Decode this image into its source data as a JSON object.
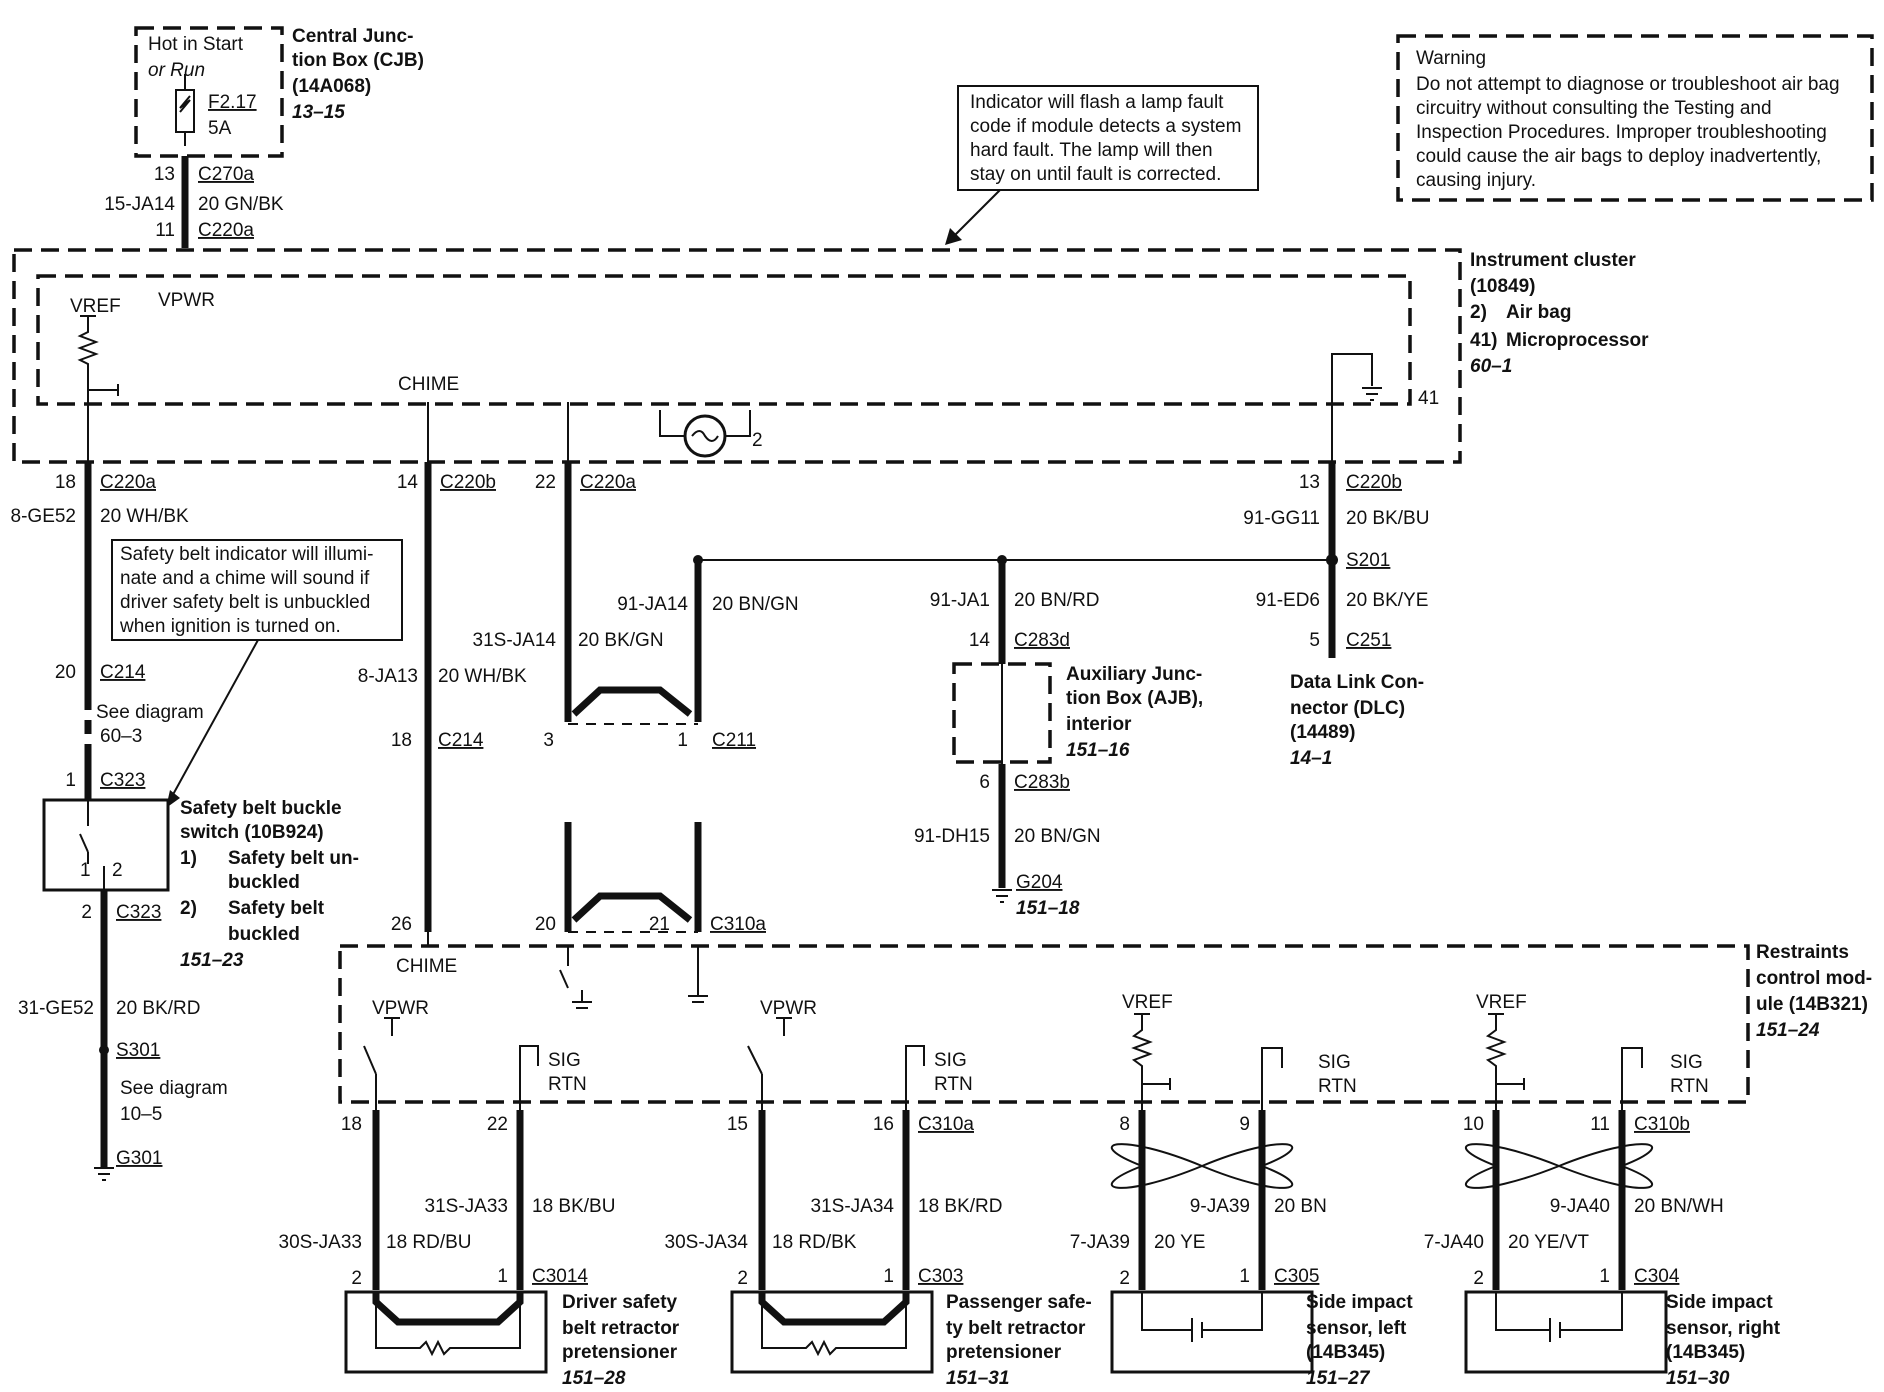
{
  "cjb": {
    "hot": "Hot in Start",
    "orrun": "or Run",
    "fuse": "F2.17",
    "amp": "5A",
    "title1": "Central Junc-",
    "title2": "tion Box (CJB)",
    "part": "(14A068)",
    "ref": "13–15",
    "pin13": "13",
    "c270a": "C270a",
    "wire15": "15-JA14",
    "gauge15": "20 GN/BK",
    "pin11": "11",
    "c220a": "C220a"
  },
  "note_flash": {
    "l1": "Indicator will flash a lamp fault",
    "l2": "code if module detects a system",
    "l3": "hard fault. The lamp will then",
    "l4": "stay on until fault is corrected."
  },
  "warning": {
    "title": "Warning",
    "l1": "Do not attempt to diagnose or troubleshoot air bag",
    "l2": "circuitry without consulting the Testing and",
    "l3": "Inspection Procedures. Improper troubleshooting",
    "l4": "could cause the air bags to deploy inadvertently,",
    "l5": "causing injury."
  },
  "ic": {
    "t1": "Instrument cluster",
    "t2": "(10849)",
    "t3n": "2)",
    "t3": "Air bag",
    "t4n": "41)",
    "t4": "Microprocessor",
    "ref": "60–1",
    "vref": "VREF",
    "vpwr": "VPWR",
    "chime": "CHIME",
    "pin41": "41",
    "pin2": "2"
  },
  "left": {
    "p18": "18",
    "c220a": "C220a",
    "w8": "8-GE52",
    "g8": "20 WH/BK",
    "note1": "Safety belt indicator will illumi-",
    "note2": "nate and a chime will sound if",
    "note3": "driver safety belt is unbuckled",
    "note4": "when ignition is turned on.",
    "p20": "20",
    "c214": "C214",
    "see1": "See diagram",
    "see1b": "60–3",
    "p1": "1",
    "c323": "C323",
    "sw1": "Safety belt buckle",
    "sw2": "switch (10B924)",
    "sw3n": "1)",
    "sw3": "Safety belt un-",
    "sw3b": "buckled",
    "sw4n": "2)",
    "sw4": "Safety belt",
    "sw4b": "buckled",
    "swref": "151–23",
    "swp1": "1",
    "swp2": "2",
    "p2": "2",
    "c323b": "C323",
    "w31": "31-GE52",
    "g31": "20 BK/RD",
    "s301": "S301",
    "see2": "See diagram",
    "see2b": "10–5",
    "g301": "G301"
  },
  "mid": {
    "p14": "14",
    "c220b": "C220b",
    "p22": "22",
    "c220a": "C220a",
    "w91": "91-JA14",
    "g91": "20 BN/GN",
    "w31s": "31S-JA14",
    "g31s": "20 BK/GN",
    "w8": "8-JA13",
    "g8": "20 WH/BK",
    "p18": "18",
    "c214": "C214",
    "p3": "3",
    "p1": "1",
    "c211": "C211",
    "p26": "26",
    "p20": "20",
    "p21": "21",
    "c310a": "C310a"
  },
  "ajb": {
    "w": "91-JA1",
    "g": "20 BN/RD",
    "p14": "14",
    "c283d": "C283d",
    "t1": "Auxiliary Junc-",
    "t2": "tion Box (AJB),",
    "t3": "interior",
    "ref": "151–16",
    "p6": "6",
    "c283b": "C283b",
    "w2": "91-DH15",
    "g2": "20 BN/GN",
    "g204": "G204",
    "ref2": "151–18"
  },
  "dlc": {
    "p13": "13",
    "c220b": "C220b",
    "w": "91-GG11",
    "g": "20 BK/BU",
    "s201": "S201",
    "w2": "91-ED6",
    "g2": "20 BK/YE",
    "p5": "5",
    "c251": "C251",
    "t1": "Data Link Con-",
    "t2": "nector (DLC)",
    "t3": "(14489)",
    "ref": "14–1"
  },
  "rcm": {
    "t1": "Restraints",
    "t2": "control mod-",
    "t3": "ule (14B321)",
    "ref": "151–24",
    "chime": "CHIME",
    "vpwr": "VPWR",
    "vref": "VREF",
    "sig": "SIG",
    "rtn": "RTN"
  },
  "bottom": {
    "d": {
      "p18": "18",
      "p22": "22",
      "w31": "31S-JA33",
      "g31": "18 BK/BU",
      "w30": "30S-JA33",
      "g30": "18 RD/BU",
      "p2": "2",
      "p1": "1",
      "conn": "C3014",
      "t1": "Driver safety",
      "t2": "belt retractor",
      "t3": "pretensioner",
      "ref": "151–28"
    },
    "p": {
      "p15": "15",
      "p16": "16",
      "c310a": "C310a",
      "w31": "31S-JA34",
      "g31": "18 BK/RD",
      "w30": "30S-JA34",
      "g30": "18 RD/BK",
      "p2": "2",
      "p1": "1",
      "conn": "C303",
      "t1": "Passenger safe-",
      "t2": "ty belt retractor",
      "t3": "pretensioner",
      "ref": "151–31"
    },
    "l": {
      "p8": "8",
      "p9": "9",
      "w9": "9-JA39",
      "g9": "20 BN",
      "w7": "7-JA39",
      "g7": "20 YE",
      "p2": "2",
      "p1": "1",
      "conn": "C305",
      "t1": "Side impact",
      "t2": "sensor, left",
      "t3": "(14B345)",
      "ref": "151–27"
    },
    "r": {
      "p10": "10",
      "p11": "11",
      "c310b": "C310b",
      "w9": "9-JA40",
      "g9": "20 BN/WH",
      "w7": "7-JA40",
      "g7": "20 YE/VT",
      "p2": "2",
      "p1": "1",
      "conn": "C304",
      "t1": "Side impact",
      "t2": "sensor, right",
      "t3": "(14B345)",
      "ref": "151–30"
    }
  }
}
